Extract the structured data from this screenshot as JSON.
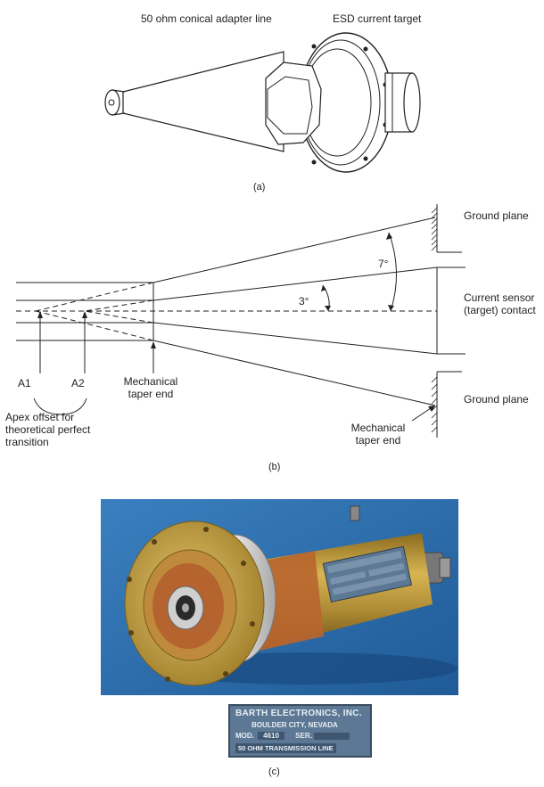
{
  "panel_a": {
    "label_line": "50 ohm conical adapter line",
    "label_target": "ESD current target",
    "caption": "(a)"
  },
  "panel_b": {
    "ground_plane_top": "Ground plane",
    "ground_plane_bottom": "Ground plane",
    "current_sensor": "Current sensor (target) contact",
    "angle_small": "3°",
    "angle_large": "7°",
    "apex_a1": "A1",
    "apex_a2": "A2",
    "apex_offset_note": "Apex offset for theoretical perfect transition",
    "mech_taper_end_left": "Mechanical taper end",
    "mech_taper_end_right": "Mechanical taper end",
    "caption": "(b)"
  },
  "panel_c": {
    "plate_line1": "BARTH ELECTRONICS, INC.",
    "plate_line2": "BOULDER CITY, NEVADA",
    "plate_mod_label": "MOD.",
    "plate_mod_value": "4610",
    "plate_ser_label": "SER.",
    "plate_line4": "50 OHM TRANSMISSION LINE",
    "caption": "(c)"
  },
  "colors": {
    "photo_background": "#2b6fb0",
    "brass": "#c9a441",
    "copper": "#b8652d",
    "aluminum": "#c8c8c8",
    "plate_blue": "#5d7894"
  }
}
